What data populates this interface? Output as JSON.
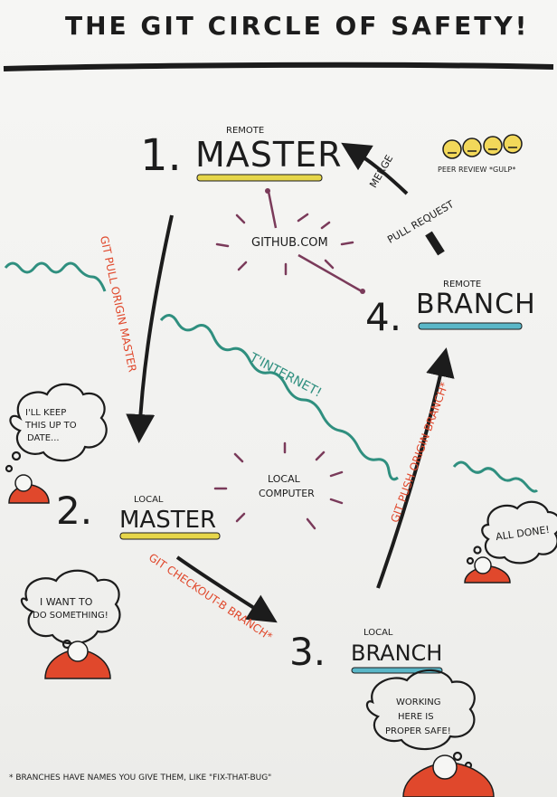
{
  "title": "THE GIT CIRCLE OF SAFETY!",
  "nodes": {
    "remote_master": {
      "number": "1.",
      "qualifier": "REMOTE",
      "name": "MASTER",
      "underline_color": "#e6d64a"
    },
    "local_master": {
      "number": "2.",
      "qualifier": "LOCAL",
      "name": "MASTER",
      "underline_color": "#e6d64a"
    },
    "local_branch": {
      "number": "3.",
      "qualifier": "LOCAL",
      "name": "BRANCH",
      "underline_color": "#5ab7c8"
    },
    "remote_branch": {
      "number": "4.",
      "qualifier": "REMOTE",
      "name": "BRANCH",
      "underline_color": "#5ab7c8"
    }
  },
  "arrows": {
    "pull": "GIT PULL ORIGIN MASTER",
    "checkout": "GIT CHECKOUT-B BRANCH*",
    "push": "GIT PUSH ORIGIN BRANCH*",
    "pull_request": "PULL REQUEST",
    "merge": "MERGE"
  },
  "peer_review": "PEER REVIEW *GULP*",
  "github": "GITHUB.COM",
  "local_computer": [
    "LOCAL",
    "COMPUTER"
  ],
  "internet": "T'INTERNET!",
  "thoughts": {
    "keep_up": [
      "I'LL KEEP",
      "THIS UP TO",
      "DATE..."
    ],
    "want_to": [
      "I WANT TO",
      "DO SOMETHING!"
    ],
    "all_done": "ALL DONE!",
    "working": [
      "WORKING",
      "HERE IS",
      "PROPER SAFE!"
    ]
  },
  "footnote": "* BRANCHES HAVE NAMES YOU GIVE THEM, LIKE \"FIX-THAT-BUG\"",
  "colors": {
    "ink": "#1c1c1c",
    "red": "#e0482c",
    "teal": "#2f8f7f",
    "purple": "#7a3a5a",
    "yellow": "#e6d64a",
    "blue": "#5ab7c8",
    "face": "#f2d85a"
  }
}
